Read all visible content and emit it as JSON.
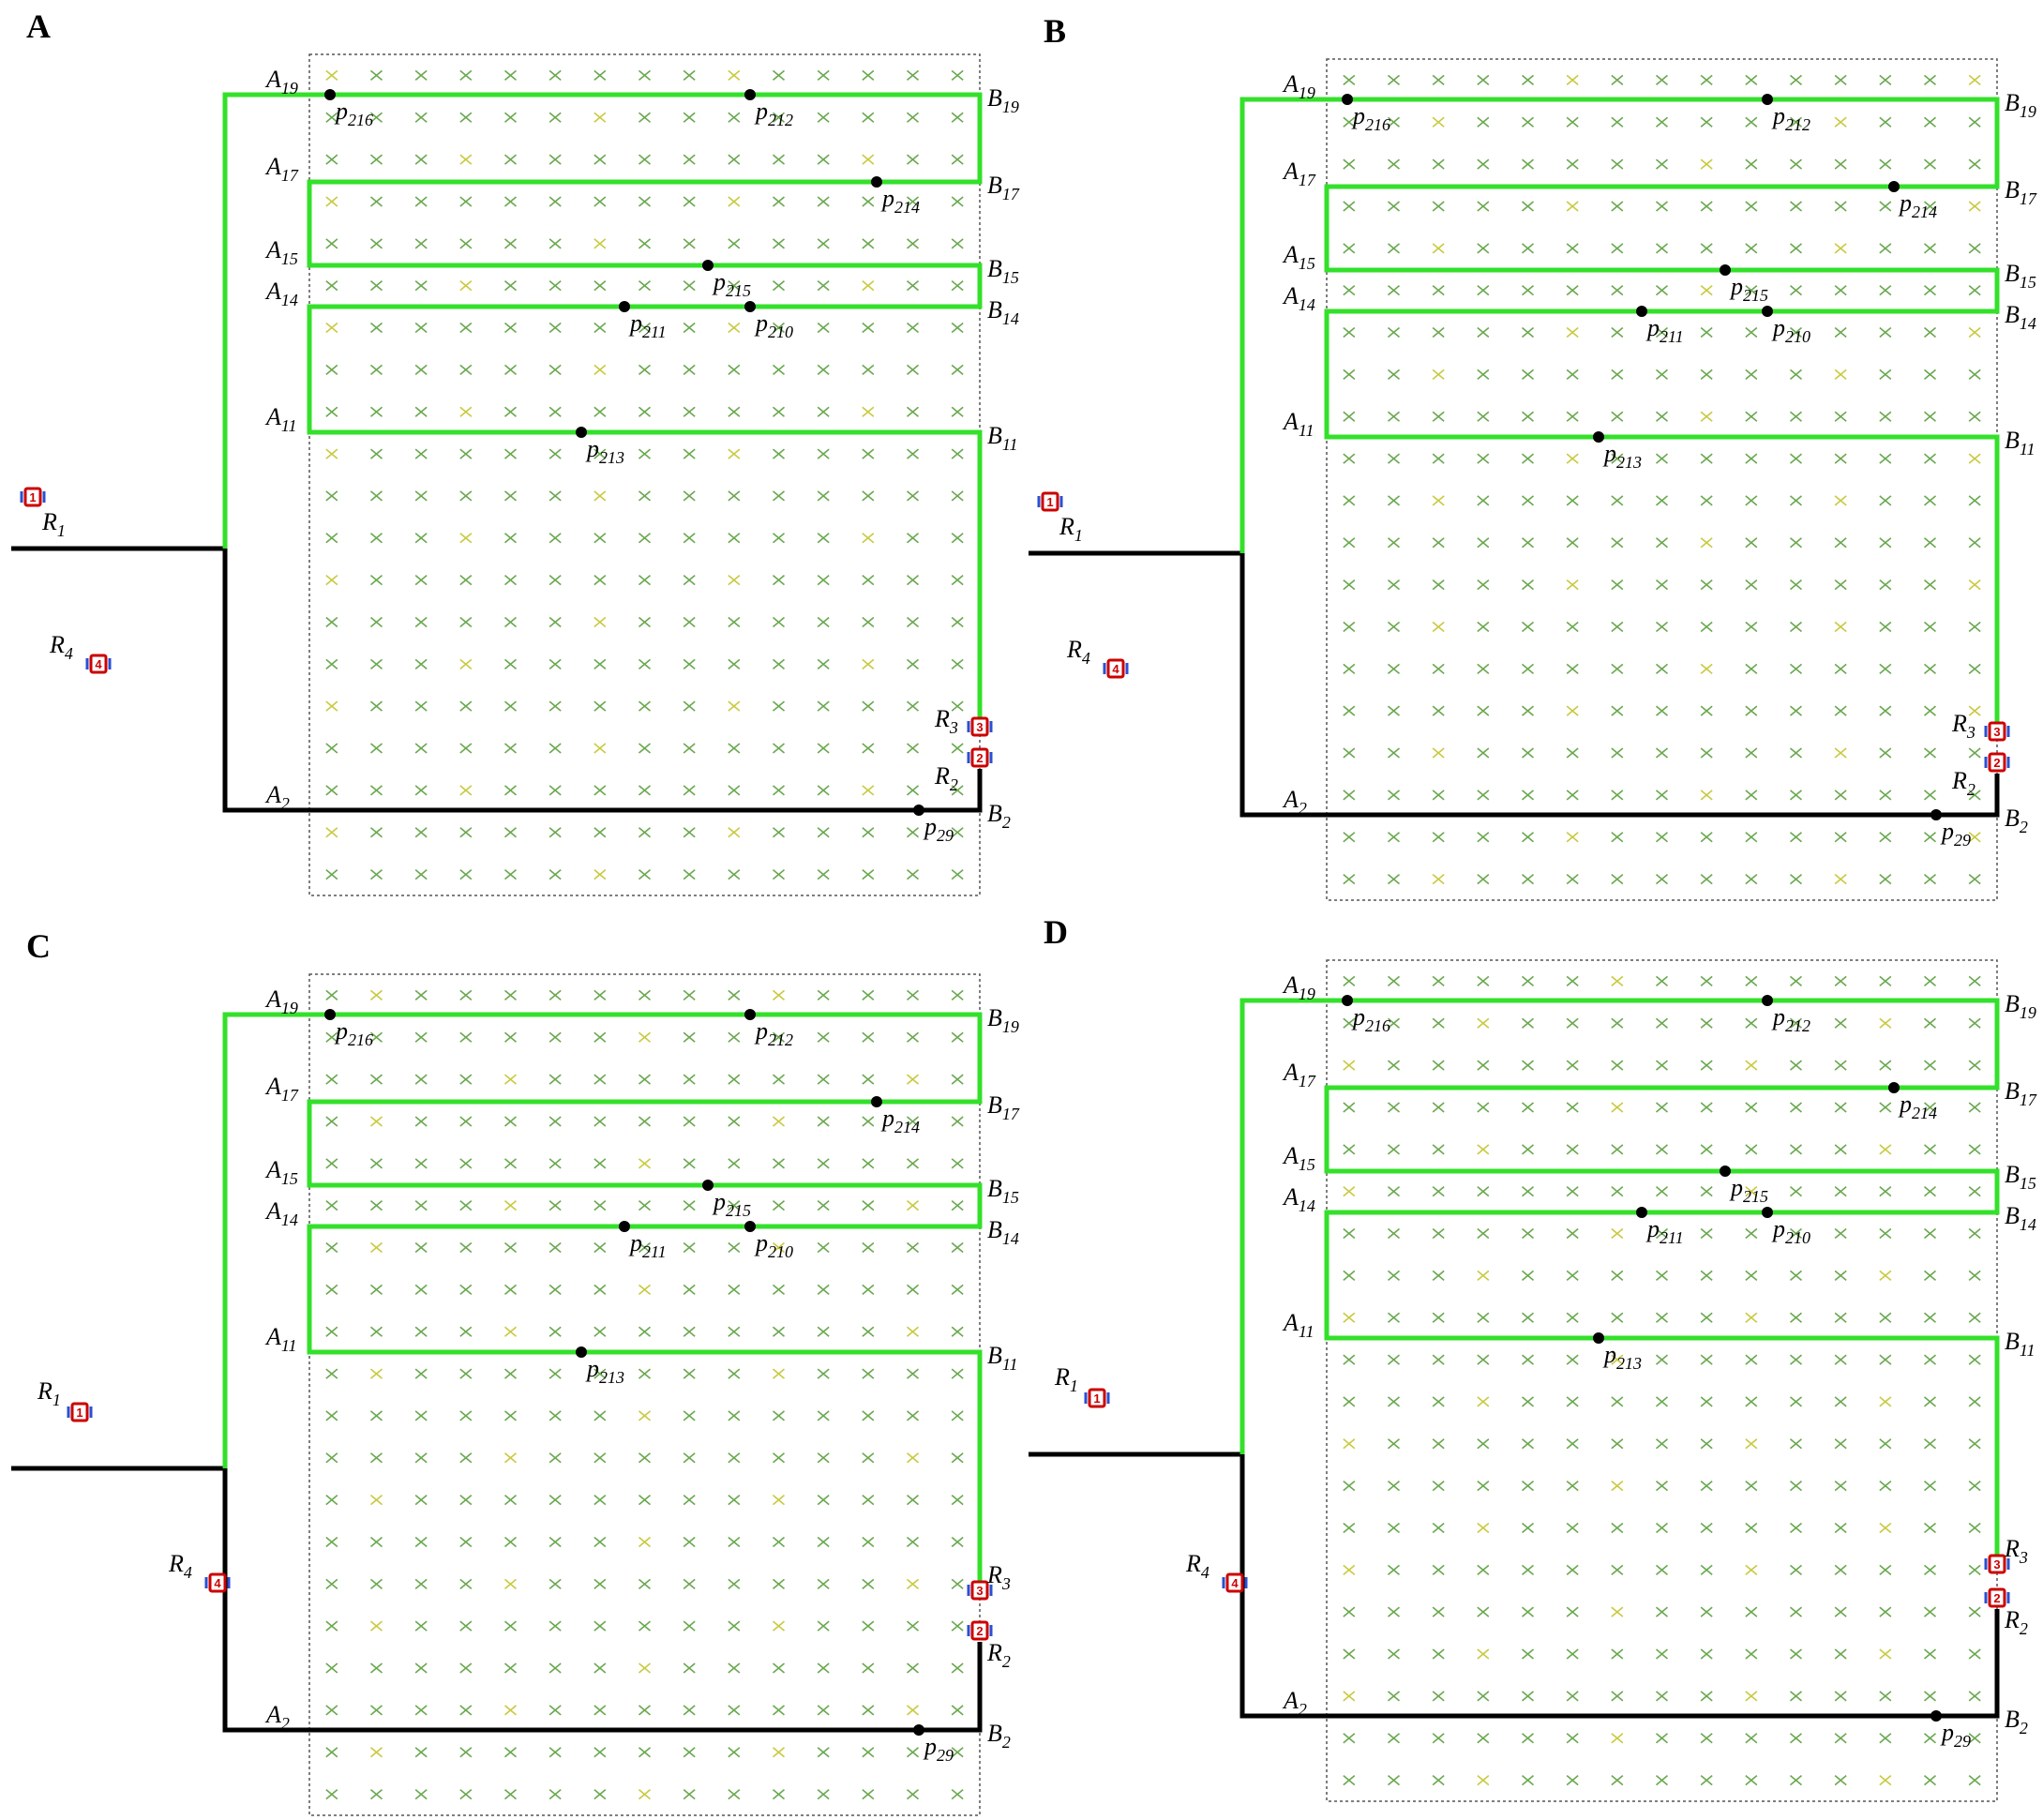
{
  "figure": {
    "panels": [
      {
        "id": "A",
        "label": "A",
        "robots": {
          "R1": "upper-left",
          "R4": "lower-left",
          "R3": "right-side",
          "R2": "right-side"
        }
      },
      {
        "id": "B",
        "label": "B",
        "robots": {
          "R1": "upper-left",
          "R4": "lower-left",
          "R3": "right-side",
          "R2": "right-side"
        }
      },
      {
        "id": "C",
        "label": "C",
        "robots": {
          "R1": "upper-left",
          "R4": "on-left-path",
          "R3": "right-side",
          "R2": "right-side"
        }
      },
      {
        "id": "D",
        "label": "D",
        "robots": {
          "R1": "upper-left",
          "R4": "on-left-path",
          "R3": "right-side",
          "R2": "right-side"
        }
      }
    ],
    "row_labels": {
      "left": [
        {
          "main": "A",
          "sub": "19"
        },
        {
          "main": "A",
          "sub": "17"
        },
        {
          "main": "A",
          "sub": "15"
        },
        {
          "main": "A",
          "sub": "14"
        },
        {
          "main": "A",
          "sub": "11"
        },
        {
          "main": "A",
          "sub": "2"
        }
      ],
      "right": [
        {
          "main": "B",
          "sub": "19"
        },
        {
          "main": "B",
          "sub": "17"
        },
        {
          "main": "B",
          "sub": "15"
        },
        {
          "main": "B",
          "sub": "14"
        },
        {
          "main": "B",
          "sub": "11"
        },
        {
          "main": "B",
          "sub": "2"
        }
      ]
    },
    "points": [
      {
        "main": "p",
        "sub": "216"
      },
      {
        "main": "p",
        "sub": "212"
      },
      {
        "main": "p",
        "sub": "214"
      },
      {
        "main": "p",
        "sub": "215"
      },
      {
        "main": "p",
        "sub": "211"
      },
      {
        "main": "p",
        "sub": "210"
      },
      {
        "main": "p",
        "sub": "213"
      },
      {
        "main": "p",
        "sub": "29"
      }
    ],
    "robots": [
      {
        "main": "R",
        "sub": "1",
        "mark": "1"
      },
      {
        "main": "R",
        "sub": "2",
        "mark": "2"
      },
      {
        "main": "R",
        "sub": "3",
        "mark": "3"
      },
      {
        "main": "R",
        "sub": "4",
        "mark": "4"
      }
    ],
    "colors": {
      "covered_path": "#33e02a",
      "travel_path": "#000000",
      "field_border": "#555555",
      "plant": "#6aa84f",
      "plant_yellow": "#c9c940",
      "point": "#000000"
    }
  }
}
